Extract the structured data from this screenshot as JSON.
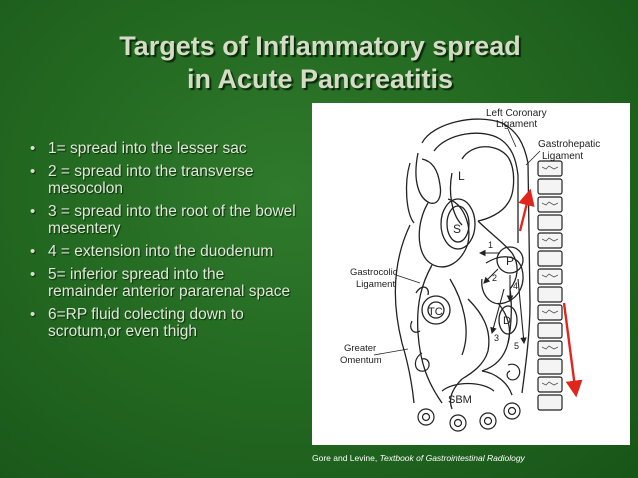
{
  "slide": {
    "title_line1": "Targets of Inflammatory spread",
    "title_line2": "in Acute Pancreatitis",
    "bullets": [
      "1= spread into the lesser sac",
      "2 = spread into the transverse mesocolon",
      "3 = spread into the root of the bowel mesentery",
      "4 = extension into the duodenum",
      "5= inferior spread into the remainder anterior pararenal space",
      "6=RP fluid colecting down to scrotum,or even thigh"
    ],
    "bullet_glyph": "•",
    "caption_authors": "Gore and Levine,",
    "caption_source": "Textbook of Gastrointestinal Radiology"
  },
  "figure": {
    "labels": {
      "left_coronary_1": "Left Coronary",
      "left_coronary_2": "Ligament",
      "gastrohepatic_1": "Gastrohepatic",
      "gastrohepatic_2": "Ligament",
      "liver": "L",
      "stomach": "S",
      "pancreas": "P",
      "transverse_colon": "TC",
      "duodenum": "D",
      "small_bowel": "SBM",
      "gastrocolic_1": "Gastrocolic",
      "gastrocolic_2": "Ligament",
      "greater_omentum_1": "Greater",
      "greater_omentum_2": "Omentum",
      "n1": "1",
      "n2": "2",
      "n3": "3",
      "n4": "4",
      "n5": "5"
    },
    "colors": {
      "background": "#ffffff",
      "line": "#222222",
      "arrow_red": "#e0261c"
    }
  }
}
